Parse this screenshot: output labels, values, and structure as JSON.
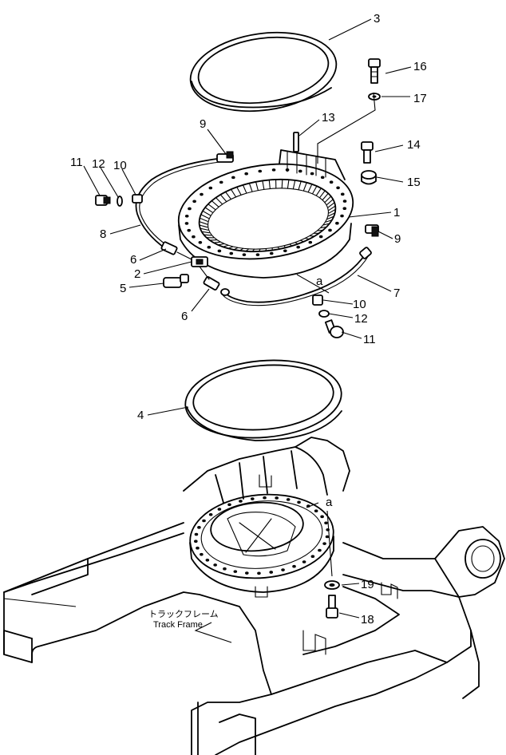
{
  "callouts": {
    "n1": "1",
    "n2": "2",
    "n3": "3",
    "n4": "4",
    "n5": "5",
    "n6a": "6",
    "n6b": "6",
    "n7": "7",
    "n8": "8",
    "n9a": "9",
    "n9b": "9",
    "n10a": "10",
    "n10b": "10",
    "n11a": "11",
    "n11b": "11",
    "n12a": "12",
    "n12b": "12",
    "n13": "13",
    "n14": "14",
    "n15": "15",
    "n16": "16",
    "n17": "17",
    "n18": "18",
    "n19": "19",
    "a1": "a",
    "a2": "a"
  },
  "track_frame": {
    "jp": "トラックフレーム",
    "en": "Track Frame"
  }
}
